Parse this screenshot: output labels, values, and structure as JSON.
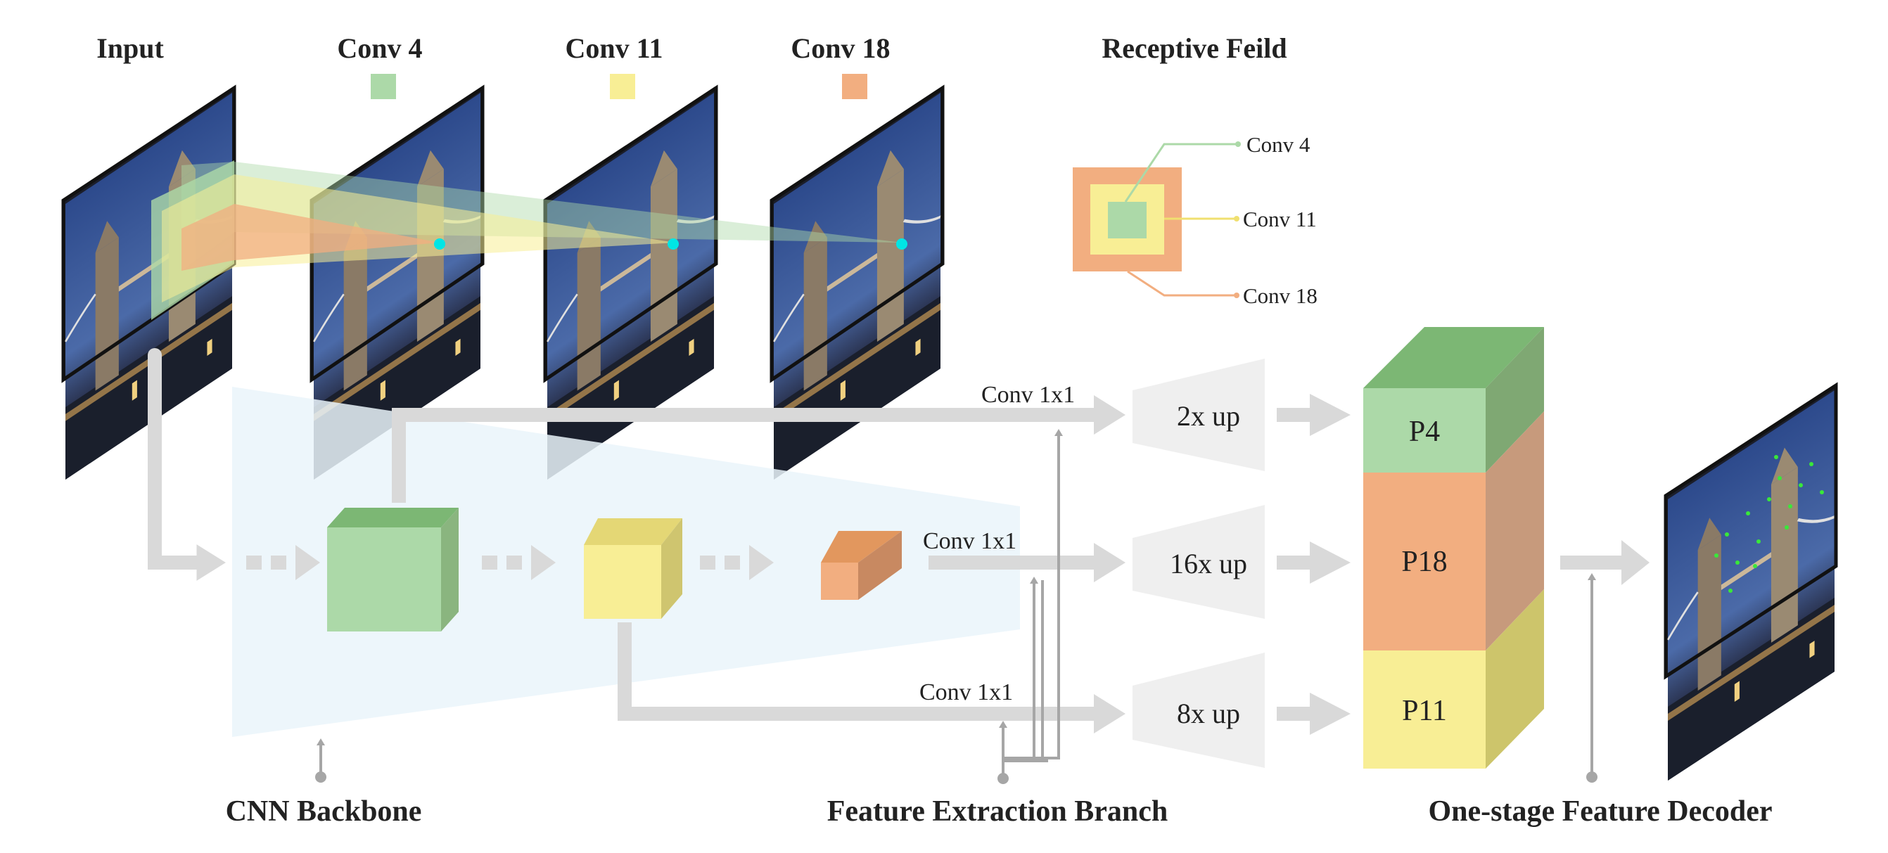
{
  "top_labels": {
    "input": "Input",
    "conv4": "Conv 4",
    "conv11": "Conv 11",
    "conv18": "Conv 18",
    "receptive": "Receptive Feild"
  },
  "receptive_legend": {
    "conv4": "Conv 4",
    "conv11": "Conv 11",
    "conv18": "Conv 18"
  },
  "branch": {
    "conv1x1_top": "Conv 1x1",
    "conv1x1_mid": "Conv 1x1",
    "conv1x1_bot": "Conv 1x1",
    "up_top": "2x up",
    "up_mid": "16x up",
    "up_bot": "8x up"
  },
  "pyramid": {
    "p4": "P4",
    "p18": "P18",
    "p11": "P11"
  },
  "bottom_labels": {
    "cnn": "CNN Backbone",
    "feature": "Feature Extraction Branch",
    "decoder": "One-stage Feature Decoder"
  },
  "colors": {
    "green": "#acd9a8",
    "green_dark": "#7cb774",
    "yellow": "#f8ee95",
    "orange": "#f2ae80",
    "cyan": "#00e5e5",
    "gray": "#d9d9d9"
  }
}
